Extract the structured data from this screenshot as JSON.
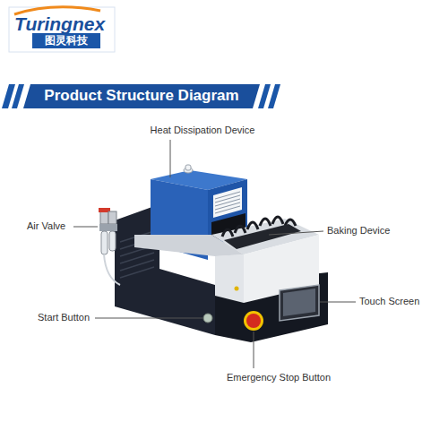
{
  "diagram": {
    "title": "Product Structure Diagram",
    "labels": [
      "Turingnex",
      "图灵科技",
      "Heat Dissipation Device",
      "Air Valve",
      "Baking Device",
      "Start Button",
      "Touch Screen",
      "Emergency Stop Button"
    ]
  }
}
